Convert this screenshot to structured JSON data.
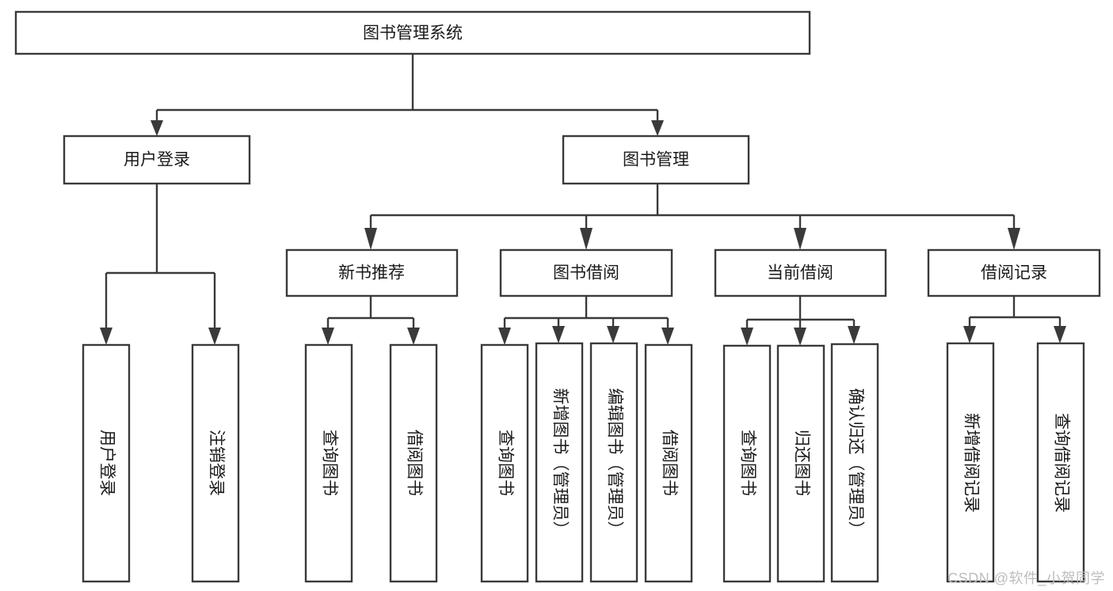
{
  "diagram": {
    "type": "tree-hierarchy",
    "title": "图书管理系统",
    "watermark": "CSDN @软件_小贺同学",
    "colors": {
      "stroke": "#3a3a3a",
      "fill": "#ffffff",
      "text": "#1a1a1a",
      "watermark": "#bdbdbd",
      "background": "#ffffff"
    },
    "root": {
      "label": "图书管理系统",
      "level": 0
    },
    "level2": [
      {
        "label": "用户登录"
      },
      {
        "label": "图书管理"
      }
    ],
    "level3": [
      {
        "label": "新书推荐"
      },
      {
        "label": "图书借阅"
      },
      {
        "label": "当前借阅"
      },
      {
        "label": "借阅记录"
      }
    ],
    "leaves": {
      "user_login": [
        {
          "label": "用户登录"
        },
        {
          "label": "注销登录"
        }
      ],
      "new_book_recommend": [
        {
          "label": "查询图书"
        },
        {
          "label": "借阅图书"
        }
      ],
      "book_borrow": [
        {
          "label": "查询图书"
        },
        {
          "label": "新增图书（管理员）"
        },
        {
          "label": "编辑图书（管理员）"
        },
        {
          "label": "借阅图书"
        }
      ],
      "current_borrow": [
        {
          "label": "查询图书"
        },
        {
          "label": "归还图书"
        },
        {
          "label": "确认归还（管理员）"
        }
      ],
      "borrow_record": [
        {
          "label": "新增借阅记录"
        },
        {
          "label": "查询借阅记录"
        }
      ]
    }
  }
}
